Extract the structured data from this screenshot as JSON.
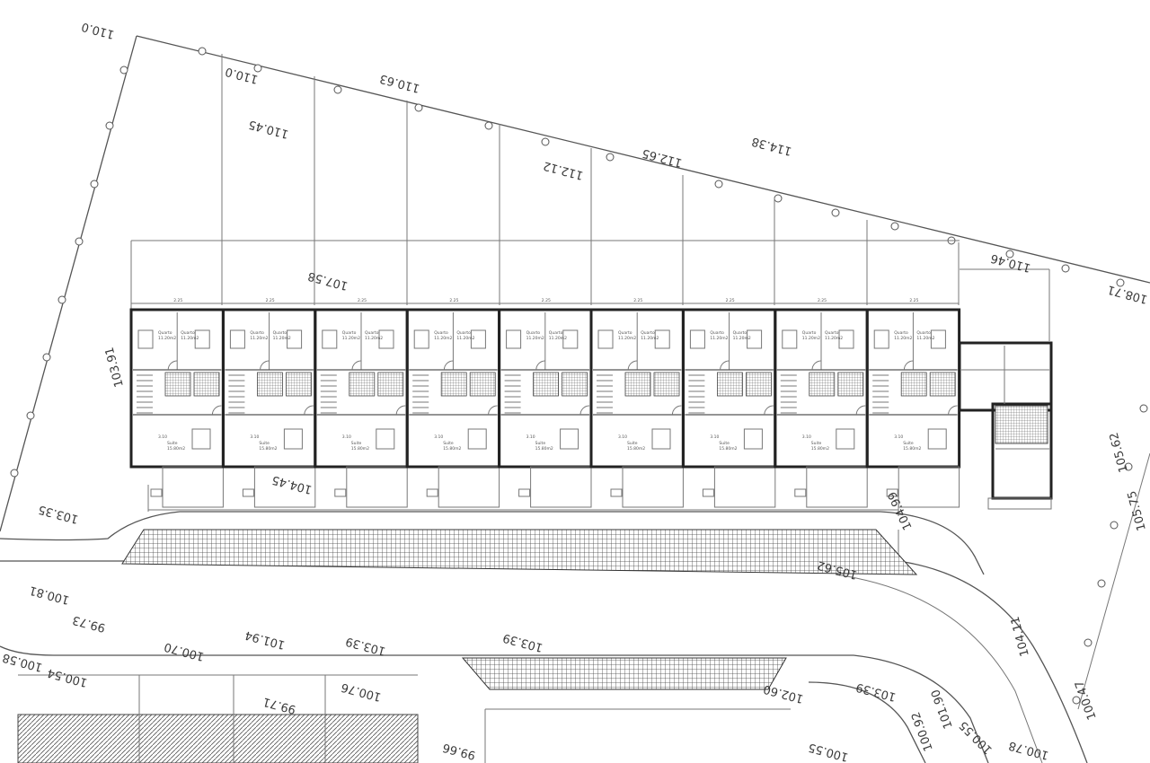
{
  "elevation_labels": [
    {
      "text": "110.0"
    },
    {
      "text": "110.0"
    },
    {
      "text": "110.63"
    },
    {
      "text": "110.45"
    },
    {
      "text": "112.12"
    },
    {
      "text": "112.65"
    },
    {
      "text": "114.38"
    },
    {
      "text": "110.46"
    },
    {
      "text": "108.71"
    },
    {
      "text": "107.58"
    },
    {
      "text": "103.91"
    },
    {
      "text": "103.35"
    },
    {
      "text": "104.45"
    },
    {
      "text": "105.62"
    },
    {
      "text": "104.99"
    },
    {
      "text": "105.62"
    },
    {
      "text": "100.81"
    },
    {
      "text": "99.73"
    },
    {
      "text": "100.70"
    },
    {
      "text": "101.94"
    },
    {
      "text": "103.39"
    },
    {
      "text": "103.39"
    },
    {
      "text": "100.58"
    },
    {
      "text": "100.54"
    },
    {
      "text": "100.76"
    },
    {
      "text": "99.71"
    },
    {
      "text": "104.11"
    },
    {
      "text": "102.60"
    },
    {
      "text": "103.39"
    },
    {
      "text": "101.90"
    },
    {
      "text": "100.92"
    },
    {
      "text": "100.55"
    },
    {
      "text": "100.47"
    },
    {
      "text": "100.78"
    },
    {
      "text": "99.66"
    },
    {
      "text": "100.55"
    },
    {
      "text": "105.75"
    }
  ],
  "unit_labels": {
    "room_top": "Quarto",
    "room_bottom": "Suite",
    "area_top": "11.20m2",
    "area_bottom": "15.80m2",
    "dim_width": "2.25",
    "dim_depth": "3.10"
  },
  "units": [
    {
      "id": 1
    },
    {
      "id": 2
    },
    {
      "id": 3
    },
    {
      "id": 4
    },
    {
      "id": 5
    },
    {
      "id": 6
    },
    {
      "id": 7
    },
    {
      "id": 8
    },
    {
      "id": 9
    }
  ],
  "colors": {
    "line": "#555555",
    "wall": "#222222",
    "hatch": "#444444"
  }
}
